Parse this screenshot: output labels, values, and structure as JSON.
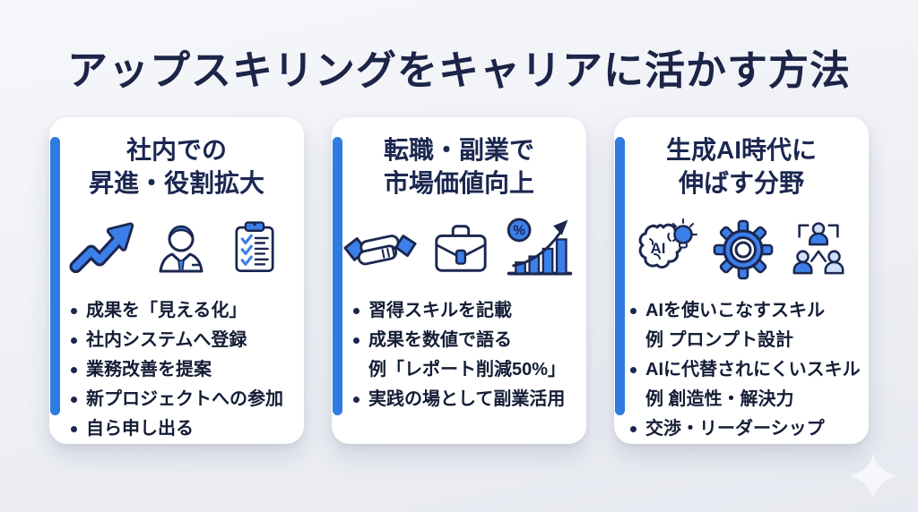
{
  "page": {
    "title": "アップスキリングをキャリアに活かす方法"
  },
  "icon_labels": {
    "ai": "AI",
    "percent": "%"
  },
  "cards": [
    {
      "title_line1": "社内での",
      "title_line2": "昇進・役割拡大",
      "icons": [
        "trend-up-arrow-icon",
        "businessman-icon",
        "checklist-clipboard-icon"
      ],
      "bullets": [
        {
          "text": "成果を「見える化」",
          "indent": false
        },
        {
          "text": "社内システムへ登録",
          "indent": false
        },
        {
          "text": "業務改善を提案",
          "indent": false
        },
        {
          "text": "新プロジェクトへの参加",
          "indent": false
        },
        {
          "text": "自ら申し出る",
          "indent": false
        }
      ]
    },
    {
      "title_line1": "転職・副業で",
      "title_line2": "市場価値向上",
      "icons": [
        "handshake-icon",
        "briefcase-icon",
        "growth-chart-icon"
      ],
      "bullets": [
        {
          "text": "習得スキルを記載",
          "indent": false
        },
        {
          "text": "成果を数値で語る",
          "indent": false
        },
        {
          "text": "例「レポート削減50%」",
          "indent": true
        },
        {
          "text": "実践の場として副業活用",
          "indent": false
        }
      ]
    },
    {
      "title_line1": "生成AI時代に",
      "title_line2": "伸ばす分野",
      "icons": [
        "ai-brain-icon",
        "gear-icon",
        "org-chart-icon"
      ],
      "bullets": [
        {
          "text": "AIを使いこなすスキル",
          "indent": false
        },
        {
          "text": "例 プロンプト設計",
          "indent": true
        },
        {
          "text": "AIに代替されにくいスキル",
          "indent": false
        },
        {
          "text": "例 創造性・解決力",
          "indent": true
        },
        {
          "text": "交渉・リーダーシップ",
          "indent": false
        }
      ]
    }
  ],
  "colors": {
    "page_background": "#eef0f5",
    "card_background": "#ffffff",
    "accent_blue": "#2e7ce2",
    "icon_blue": "#3d7fe8",
    "icon_light_blue": "#cfdff7",
    "outline_navy": "#1b2750",
    "title_navy": "#1c2547",
    "body_text": "#141d36"
  }
}
